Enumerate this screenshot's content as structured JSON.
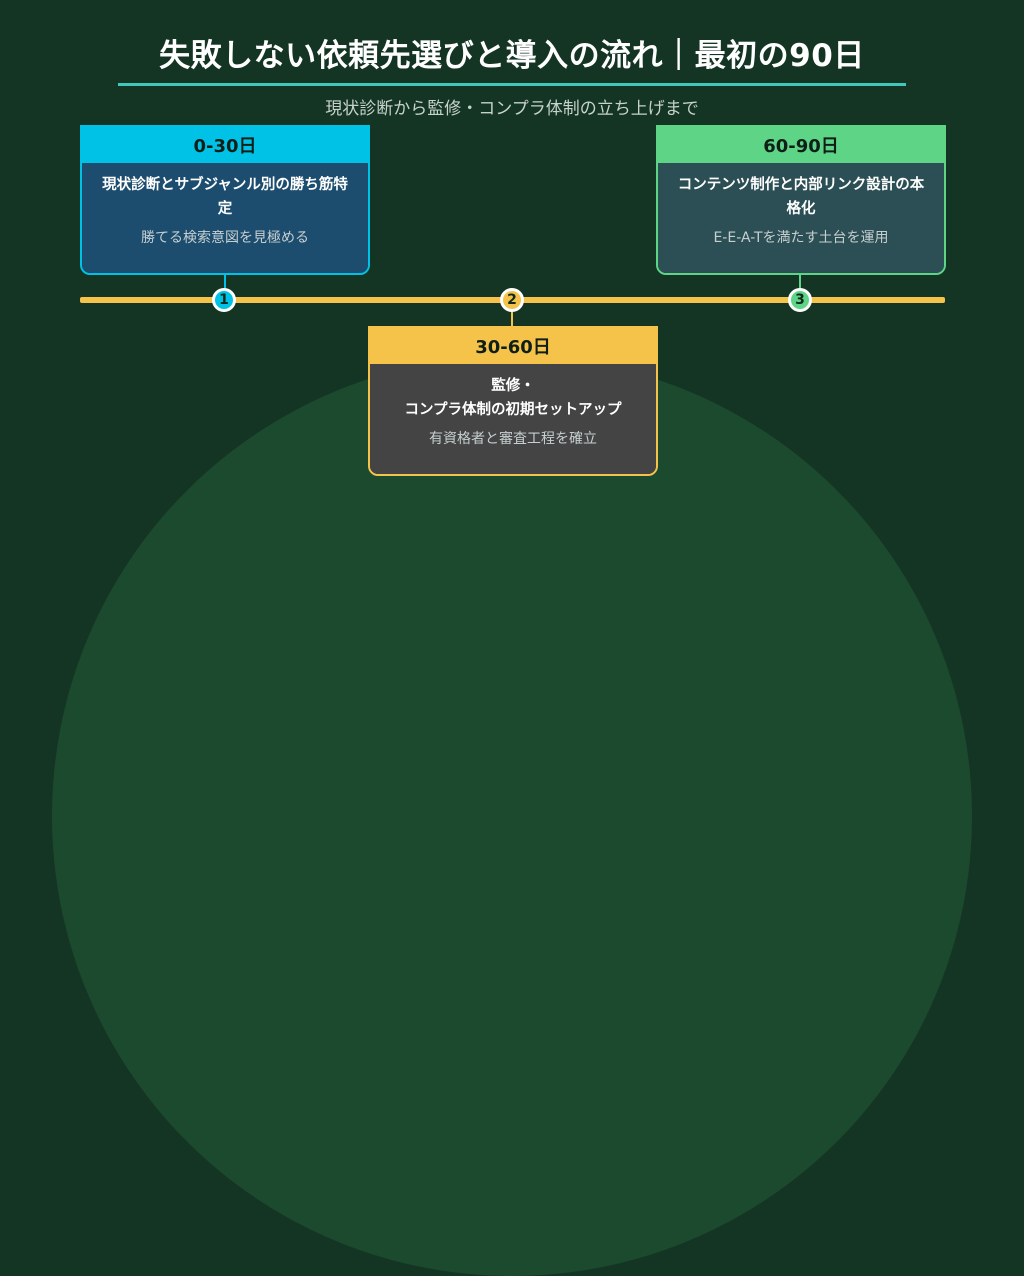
{
  "title": "失敗しない依頼先選びと導入の流れ｜最初の90日",
  "subtitle": "現状診断から監修・コンプラ体制の立ち上げまで",
  "phases": [
    {
      "number": "1",
      "period": "0-30日",
      "heading": "現状診断とサブジャンル別の勝ち筋特定",
      "description": "勝てる検索意図を見極める",
      "accent_color": "#00c2e6",
      "body_color": "#1c4d6f"
    },
    {
      "number": "2",
      "period": "30-60日",
      "heading_line1": "監修・",
      "heading_line2": "コンプラ体制の初期セットアップ",
      "description": "有資格者と審査工程を確立",
      "accent_color": "#f5c24a",
      "body_color": "#444444"
    },
    {
      "number": "3",
      "period": "60-90日",
      "heading": "コンテンツ制作と内部リンク設計の本格化",
      "description": "E-E-A-Tを満たす土台を運用",
      "accent_color": "#5ed486",
      "body_color": "#2c4f55"
    }
  ],
  "colors": {
    "background": "#143524",
    "arc": "#1c4a2e",
    "timeline": "#f5c24a",
    "title_rule": "#3fc9b8"
  }
}
